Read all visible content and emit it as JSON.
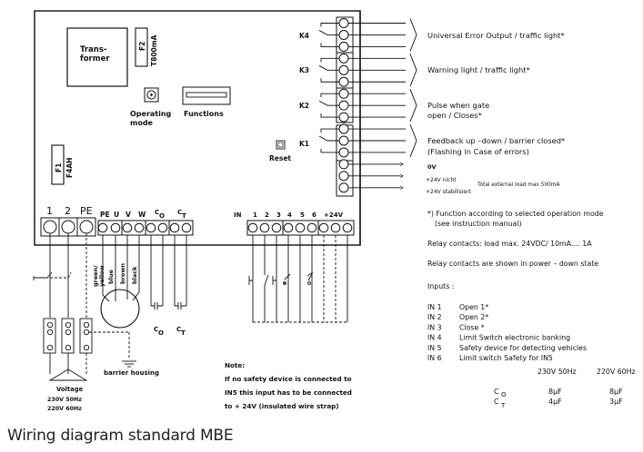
{
  "title": "Wiring diagram standard MBE",
  "board": {
    "transformer_label": "Trans-\nformer",
    "transformer_line1": "Trans-",
    "transformer_line2": "former",
    "fuse_f2": {
      "name": "F2",
      "rating": "T800mA"
    },
    "fuse_f1": {
      "name": "F1",
      "rating": "F4AH"
    },
    "operating_mode": {
      "line1": "Operating",
      "line2": "mode"
    },
    "functions_label": "Functions",
    "reset_label": "Reset",
    "relays": [
      "K4",
      "K3",
      "K2",
      "K1"
    ]
  },
  "power_terminals": [
    "1",
    "2",
    "PE"
  ],
  "motor_terminals": [
    "PE",
    "U",
    "V",
    "W",
    "C",
    "C"
  ],
  "motor_terminal_subs": {
    "co": "O",
    "ct": "T"
  },
  "input_terminals": {
    "prefix": "IN",
    "labels": [
      "1",
      "2",
      "3",
      "4",
      "5",
      "6",
      "+24V"
    ]
  },
  "wires": [
    "green/\nyellow",
    "blue",
    "brown",
    "black"
  ],
  "wire_labels": {
    "green": "green/",
    "yellow": "yellow",
    "blue": "blue",
    "brown": "brown",
    "black": "black"
  },
  "capacitor_labels": {
    "co": "C",
    "co_sub": "O",
    "ct": "C",
    "ct_sub": "T"
  },
  "barrier_housing": "barrier housing",
  "voltage": {
    "title": "Voltage",
    "line1": "230V 50Hz",
    "line2": "220V 60Hz"
  },
  "outputs": [
    {
      "relay": "K4",
      "lines": [
        "Universal Error Output / traffic light*"
      ]
    },
    {
      "relay": "K3",
      "lines": [
        "Warning light / traffic light*"
      ]
    },
    {
      "relay": "K2",
      "lines": [
        "Pulse when gate",
        "open / Closes*"
      ]
    },
    {
      "relay": "K1",
      "lines": [
        "Feedback up –down / barrier closed*",
        "(Flashing in Case of errors)"
      ]
    }
  ],
  "supply_outputs": [
    "0V",
    "+24V nicht",
    "+24V stabilisiert"
  ],
  "total_load": "Total external load max 500mA",
  "notes": {
    "footnote_line1": "*) Function according to selected operation mode",
    "footnote_line2": "(see instruction manual)",
    "relay_load": "Relay contacts: load max. 24VDC/ 10mA.... 1A",
    "relay_state": "Relay contacts are shown in power – down state"
  },
  "inputs": {
    "title": "Inputs :",
    "items": [
      {
        "id": "IN  1",
        "desc": "Open 1*"
      },
      {
        "id": "IN  2",
        "desc": "Open 2*"
      },
      {
        "id": "IN  3",
        "desc": "Close *"
      },
      {
        "id": "IN  4",
        "desc": "Limit Switch electronic  banking"
      },
      {
        "id": "IN  5",
        "desc": "Safety device for detecting vehicles"
      },
      {
        "id": "IN  6",
        "desc": "Limit switch Safety for IN5"
      }
    ]
  },
  "capacitor_table": {
    "columns": [
      "230V 50Hz",
      "220V 60Hz"
    ],
    "rows": [
      {
        "label": "C",
        "sub": "O",
        "values": [
          "8µF",
          "8µF"
        ]
      },
      {
        "label": "C",
        "sub": "T",
        "values": [
          "4µF",
          "3µF"
        ]
      }
    ]
  },
  "safety_note": {
    "title": "Note:",
    "line1": "If no safety device is connected to",
    "line2": "IN5 this input has to be connected",
    "line3": "to + 24V (insulated wire strap)"
  }
}
